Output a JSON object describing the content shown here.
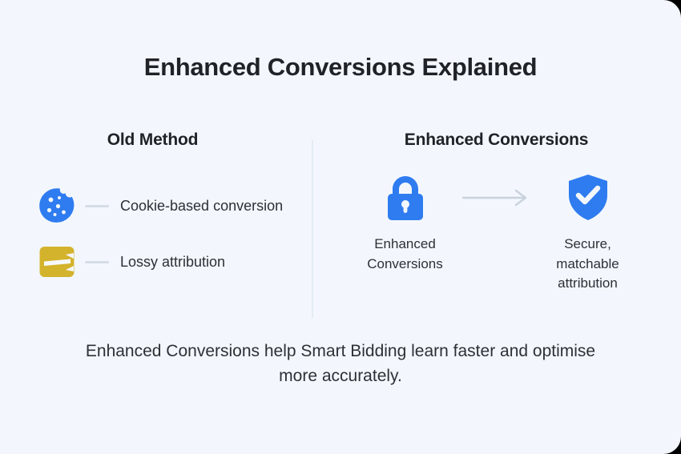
{
  "title": "Enhanced Conversions Explained",
  "colors": {
    "background": "#f3f7fd",
    "blue": "#2f7cf0",
    "gold": "#d4b32c",
    "text": "#2c3136",
    "heading": "#1f2328",
    "divider": "#e4ebf3",
    "connector": "#d6dde6",
    "arrow": "#c9d2dc"
  },
  "left_column": {
    "heading": "Old Method",
    "items": [
      {
        "icon": "cookie-icon",
        "label": "Cookie-based conversion"
      },
      {
        "icon": "lossy-attribution-icon",
        "label": "Lossy attribution"
      }
    ]
  },
  "right_column": {
    "heading": "Enhanced Conversions",
    "flow": [
      {
        "icon": "lock-icon",
        "label": "Enhanced\nConversions"
      },
      {
        "icon": "arrow-right-icon",
        "label": ""
      },
      {
        "icon": "shield-check-icon",
        "label": "Secure,\nmatchable\nattribution"
      }
    ],
    "node_left_line1": "Enhanced",
    "node_left_line2": "Conversions",
    "node_right_line1": "Secure,",
    "node_right_line2": "matchable",
    "node_right_line3": "attribution"
  },
  "caption": "Enhanced Conversions help Smart Bidding learn faster and optimise more accurately."
}
